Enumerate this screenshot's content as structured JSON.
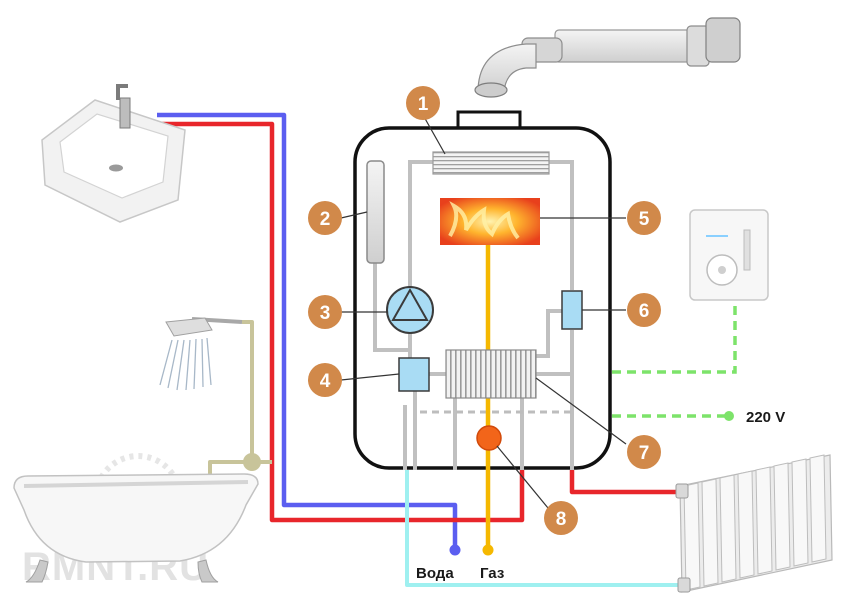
{
  "colors": {
    "hot_water": "#e8262b",
    "cold_water": "#5b5ef0",
    "gas": "#f5b800",
    "return": "#9ff0f0",
    "electric": "#7de36a",
    "shower_line": "#c8c49a",
    "internal": "#c0c0c0",
    "callout": "#d1894a"
  },
  "callouts": [
    {
      "number": "1",
      "meaning": "heat-exchanger"
    },
    {
      "number": "2",
      "meaning": "expansion-tank"
    },
    {
      "number": "3",
      "meaning": "circulation-pump"
    },
    {
      "number": "4",
      "meaning": "three-way-valve"
    },
    {
      "number": "5",
      "meaning": "burner"
    },
    {
      "number": "6",
      "meaning": "pressure-sensor"
    },
    {
      "number": "7",
      "meaning": "secondary-heat-exchanger"
    },
    {
      "number": "8",
      "meaning": "gas-valve"
    }
  ],
  "labels": {
    "water": "Вода",
    "gas": "Газ",
    "voltage": "220 V"
  },
  "watermark": "RMNT.RU"
}
